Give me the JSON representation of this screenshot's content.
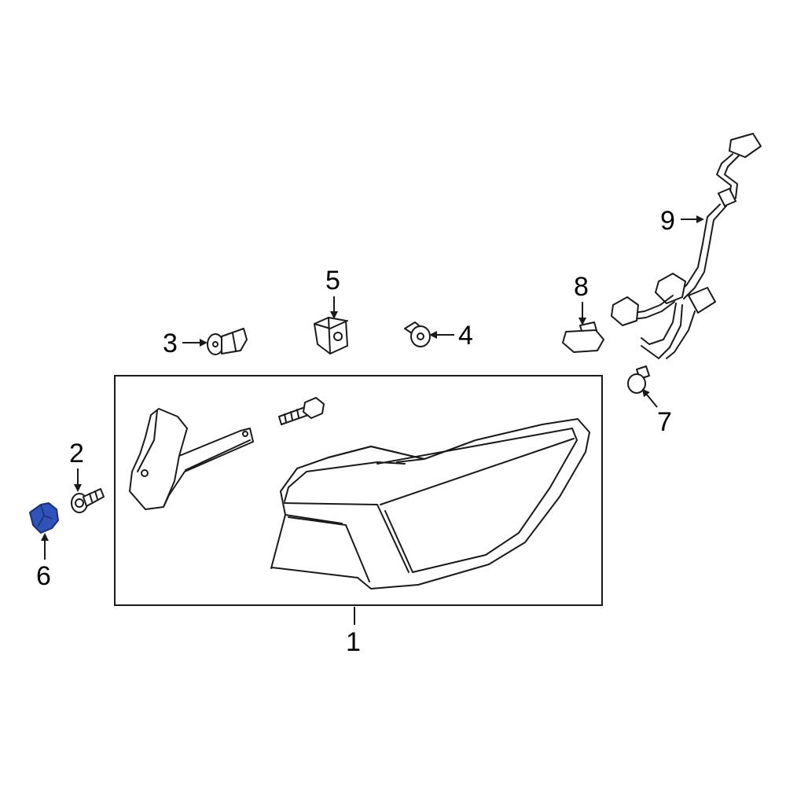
{
  "callouts": [
    {
      "id": "1",
      "label": "1"
    },
    {
      "id": "2",
      "label": "2"
    },
    {
      "id": "3",
      "label": "3"
    },
    {
      "id": "4",
      "label": "4"
    },
    {
      "id": "5",
      "label": "5"
    },
    {
      "id": "6",
      "label": "6"
    },
    {
      "id": "7",
      "label": "7"
    },
    {
      "id": "8",
      "label": "8"
    },
    {
      "id": "9",
      "label": "9"
    }
  ],
  "colors": {
    "line": "#1a1a1a",
    "highlight": "#2f53b8",
    "highlight_stroke": "#1b2f73",
    "background": "#ffffff"
  },
  "highlighted_part": "6"
}
